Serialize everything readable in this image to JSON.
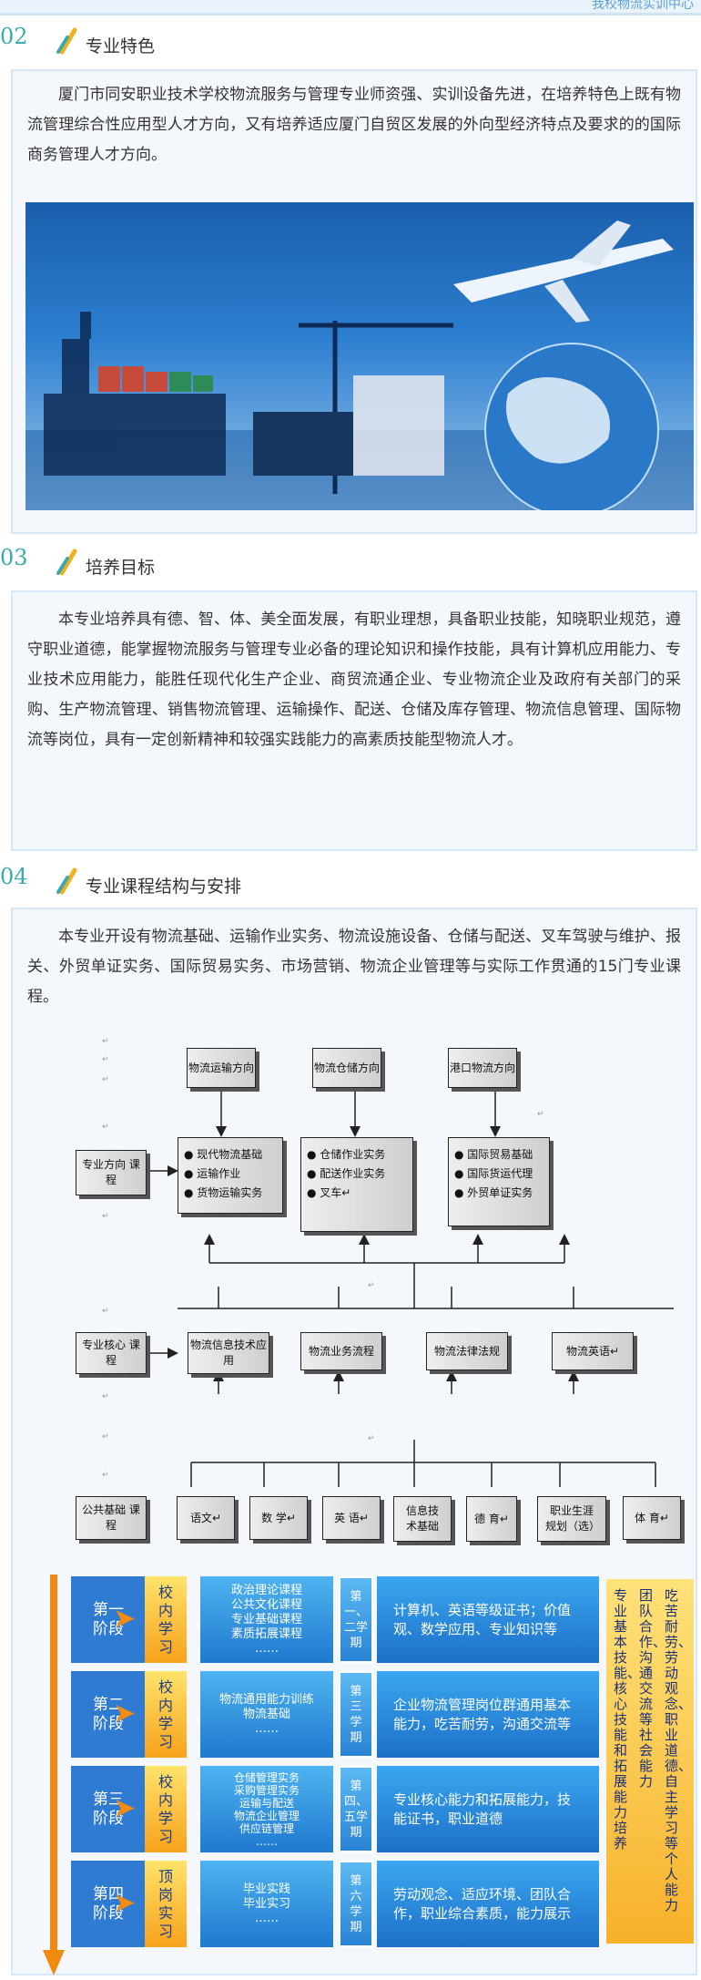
{
  "top_banner": {
    "text": "我校物流实训中心"
  },
  "sections": [
    {
      "num": "02",
      "title": "专业特色",
      "paragraph": "厦门市同安职业技术学校物流服务与管理专业师资强、实训设备先进，在培养特色上既有物流管理综合性应用型人才方向，又有培养适应厦门自贸区发展的外向型经济特点及要求的的国际商务管理人才方向。"
    },
    {
      "num": "03",
      "title": "培养目标",
      "paragraph": "本专业培养具有德、智、体、美全面发展，有职业理想，具备职业技能，知晓职业规范，遵守职业道德，能掌握物流服务与管理专业必备的理论知识和操作技能，具有计算机应用能力、专业技术应用能力，能胜任现代化生产企业、商贸流通企业、专业物流企业及政府有关部门的采购、生产物流管理、销售物流管理、运输操作、配送、仓储及库存管理、物流信息管理、国际物流等岗位，具有一定创新精神和较强实践能力的高素质技能型物流人才。"
    },
    {
      "num": "04",
      "title": "专业课程结构与安排",
      "paragraph": "本专业开设有物流基础、运输作业实务、物流设施设备、仓储与配送、叉车驾驶与维护、报关、外贸单证实务、国际贸易实务、市场营销、物流企业管理等与实际工作贯通的15门专业课程。"
    }
  ],
  "flow": {
    "directions": [
      {
        "title": "物流运输方向",
        "items": [
          "● 现代物流基础",
          "● 运输作业",
          "● 货物运输实务"
        ]
      },
      {
        "title": "物流仓储方向",
        "items": [
          "● 仓储作业实务",
          "● 配送作业实务",
          "● 叉车↵"
        ]
      },
      {
        "title": "港口物流方向",
        "items": [
          "● 国际贸易基础",
          "● 国际货运代理",
          "● 外贸单证实务"
        ]
      }
    ],
    "direction_label": "专业方向 课 程",
    "core_label": "专业核心 课 程",
    "core": [
      "物流信息技术应用",
      "物流业务流程",
      "物流法律法规",
      "物流英语↵"
    ],
    "public_label": "公共基础 课 程",
    "public": [
      "语文↵",
      "数 学↵",
      "英 语↵",
      "信息技术基础",
      "德 育↵",
      "职业生涯规划（选）",
      "体 育↵"
    ]
  },
  "stages": [
    {
      "stage": "第一阶段",
      "place": "校内学习",
      "courses": "政治理论课程\n公共文化课程\n专业基础课程\n素质拓展课程\n……",
      "term": "第一、二学期",
      "desc": "计算机、英语等级证书；价值观、数学应用、专业知识等"
    },
    {
      "stage": "第二阶段",
      "place": "校内学习",
      "courses": "物流通用能力训练\n物流基础\n……",
      "term": "第三学期",
      "desc": "企业物流管理岗位群通用基本能力，吃苦耐劳，沟通交流等"
    },
    {
      "stage": "第三阶段",
      "place": "校内学习",
      "courses": "仓储管理实务\n采购管理实务\n运输与配送\n物流企业管理\n供应链管理\n……",
      "term": "第四、五学期",
      "desc": "专业核心能力和拓展能力，技能证书，职业道德"
    },
    {
      "stage": "第四阶段",
      "place": "顶岗实习",
      "courses": "毕业实践\n毕业实习\n……",
      "term": "第六学期",
      "desc": "劳动观念、适应环境、团队合作，职业综合素质，能力展示"
    }
  ],
  "final_cols": [
    "吃苦耐劳、劳动观念、职业道德、自主学习等个人能力",
    "团队合作、沟通交流等社会能力",
    "专业基本技能、核心技能和拓展能力培养"
  ],
  "colors": {
    "accent": "#3aa9b0",
    "blue": "#2f7bd2",
    "orange": "#f08a10"
  }
}
